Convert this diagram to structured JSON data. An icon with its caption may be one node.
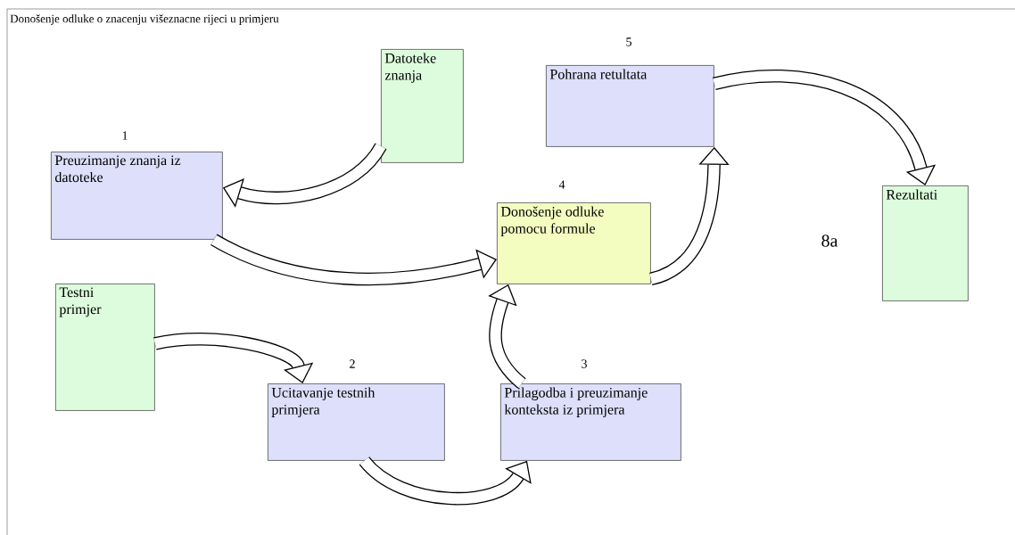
{
  "diagram": {
    "title": "Donošenje odluke o znacenju višeznacne rijeci u primjeru",
    "nodes": [
      {
        "text": [
          "Datoteke znanja"
        ]
      },
      {
        "text": [
          "Preuzimanje znanja iz datoteke"
        ],
        "beside": [
          "1"
        ]
      },
      {
        "text": [
          "Pohrana retultata"
        ],
        "beside": [
          "5"
        ]
      },
      {
        "text": [
          "Donošenje odluke pomocu formule"
        ],
        "beside": [
          "4"
        ]
      },
      {
        "text": [
          "Rezultati"
        ]
      },
      {
        "text": [
          "Testni primjer"
        ]
      },
      {
        "text": [
          "Ucitavanje testnih primjera"
        ],
        "beside": [
          "2"
        ]
      },
      {
        "text": [
          "Prilagodba i preuzimanje konteksta iz primjera"
        ],
        "beside": [
          "3"
        ]
      }
    ],
    "edges": [
      {
        "from": 0,
        "to": 1,
        "arrow": "to"
      },
      {
        "from": 1,
        "to": 3,
        "arrow": "to"
      },
      {
        "from": 5,
        "to": 6,
        "arrow": "to"
      },
      {
        "from": 6,
        "to": 7,
        "arrow": "to"
      },
      {
        "from": 7,
        "to": 3,
        "arrow": "to"
      },
      {
        "from": 3,
        "to": 2,
        "arrow": "to"
      },
      {
        "from": 2,
        "to": 4,
        "arrow": "to"
      }
    ],
    "labels": [
      "8a"
    ]
  }
}
